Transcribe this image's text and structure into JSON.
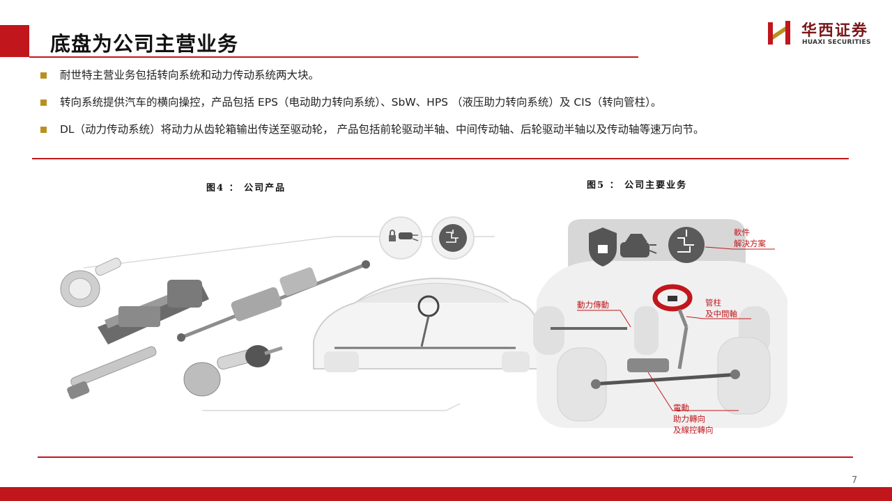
{
  "slide": {
    "title": "底盘为公司主营业务",
    "page_number": "7"
  },
  "logo": {
    "cn": "华西证券",
    "en": "HUAXI SECURITIES"
  },
  "bullets": [
    "耐世特主营业务包括转向系统和动力传动系统两大块。",
    "转向系统提供汽车的横向操控，产品包括 EPS（电动助力转向系统）、SbW、HPS （液压助力转向系统）及 CIS（转向管柱）。",
    "DL（动力传动系统）将动力从齿轮箱输出传送至驱动轮， 产品包括前轮驱动半轴、中间传动轴、后轮驱动半轴以及传动轴等速万向节。"
  ],
  "figure4": {
    "caption": "图4 ： 公司产品"
  },
  "figure5": {
    "caption": "图5 ： 公司主要业务",
    "labels": {
      "software_l1": "軟件",
      "software_l2": "解決方案",
      "driveline": "動力傳動",
      "column_l1": "管柱",
      "column_l2": "及中間軸",
      "eps_l1": "電動",
      "eps_l2": "助力轉向",
      "eps_l3": "及線控轉向"
    }
  },
  "colors": {
    "brand_red": "#c0161c",
    "bullet_gold": "#b8901f",
    "logo_maroon": "#7a1518"
  }
}
